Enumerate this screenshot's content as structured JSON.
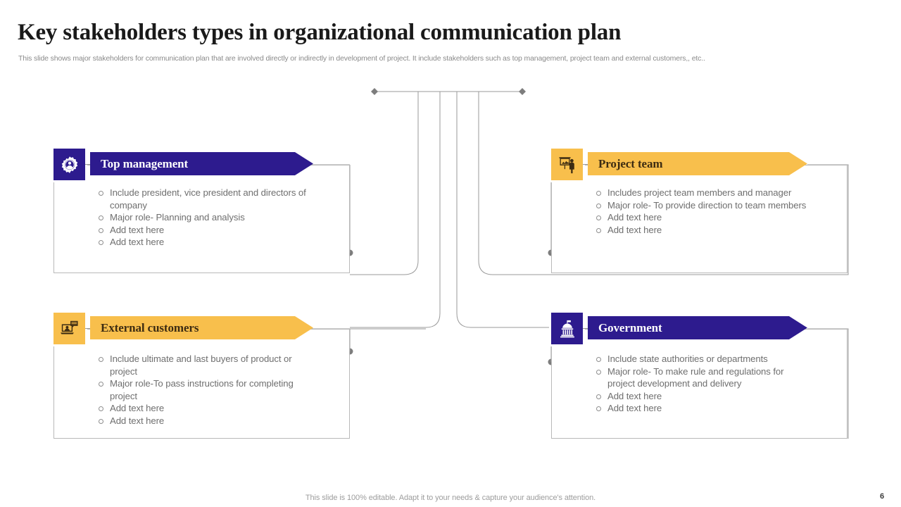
{
  "header": {
    "title": "Key stakeholders types in organizational communication plan",
    "subtitle": "This slide shows major stakeholders for communication plan that are involved directly or indirectly in development of project. It include stakeholders such as top management, project team and external customers,, etc.."
  },
  "colors": {
    "purple": "#2d1b8e",
    "amber": "#f8bf4c",
    "wire": "#9a9a9a",
    "border": "#b9b9b9",
    "body_text": "#6f6f6f",
    "title_text": "#1a1a1a"
  },
  "cards": [
    {
      "id": "top-management",
      "label": "Top management",
      "icon": "gear-user-icon",
      "theme": "purple",
      "banner_text_color": "#ffffff",
      "bullets": [
        "Include president, vice president and directors of company",
        "Major  role- Planning and analysis",
        "Add text here",
        "Add text here"
      ]
    },
    {
      "id": "project-team",
      "label": "Project team",
      "icon": "presentation-person-icon",
      "theme": "amber",
      "banner_text_color": "#3d2c12",
      "bullets": [
        "Includes project team members and manager",
        "Major  role- To provide direction to team members",
        "Add text here",
        "Add text here"
      ]
    },
    {
      "id": "external-customers",
      "label": "External customers",
      "icon": "laptop-customer-chat-icon",
      "theme": "amber",
      "banner_text_color": "#3d2c12",
      "bullets": [
        "Include ultimate and last buyers of product or project",
        "Major  role-To pass instructions for completing project",
        "Add text here",
        "Add text here"
      ]
    },
    {
      "id": "government",
      "label": "Government",
      "icon": "government-building-icon",
      "theme": "purple",
      "banner_text_color": "#ffffff",
      "bullets": [
        "Include state authorities or departments",
        "Major  role- To make rule and regulations for project development and delivery",
        "Add text here",
        "Add text here"
      ]
    }
  ],
  "footer": {
    "note": "This slide is 100% editable. Adapt it to your needs & capture your audience's attention.",
    "page_number": "6"
  }
}
